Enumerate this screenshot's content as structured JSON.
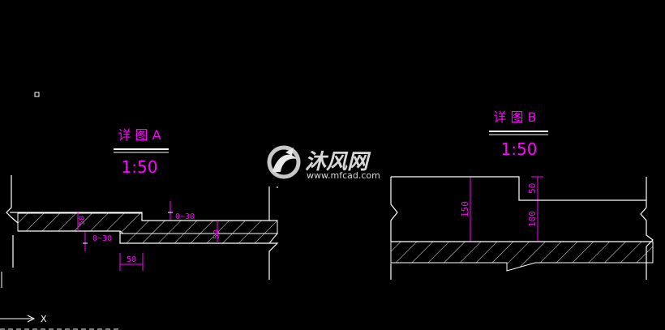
{
  "colors": {
    "background": "#000000",
    "line": "#ffffff",
    "dimension": "#ff00ff",
    "watermark": "#d0d0d0"
  },
  "detail_a": {
    "title": "详 图 A",
    "scale": "1:50",
    "dims": {
      "left_step_height": "50",
      "top_gap": "0~30",
      "bottom_gap": "0~30",
      "right_step_height": "50",
      "width": "50"
    }
  },
  "detail_b": {
    "title": "详 图 B",
    "scale": "1:50",
    "dims": {
      "height_left": "150",
      "step_top": "50",
      "step_bottom": "100"
    }
  },
  "watermark": {
    "name": "沐风网",
    "url": "www.mfcad.com",
    "icon": "mfcad-logo-icon"
  },
  "ucs": {
    "x_label": "X"
  }
}
